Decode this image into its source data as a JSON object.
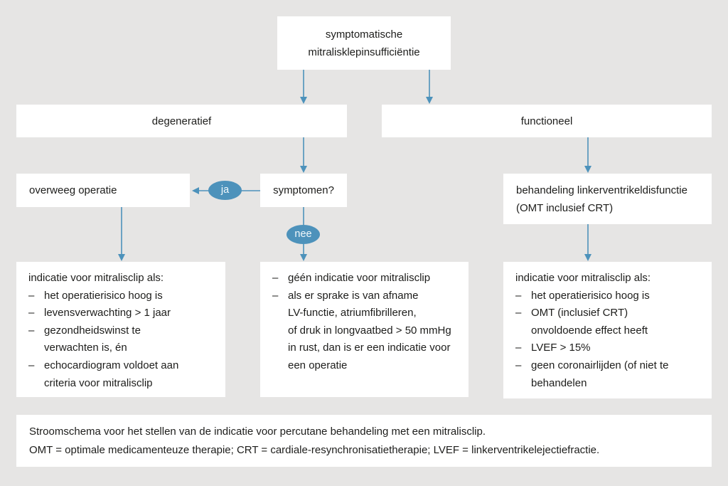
{
  "chars": {
    "dash": "–"
  },
  "colors": {
    "background": "#e6e5e4",
    "box": "#ffffff",
    "text": "#1d1d1b",
    "accent": "#4d92bb",
    "edge_label_text": "#f2f8fb"
  },
  "flow": {
    "root": {
      "lines": [
        "symptomatische",
        "mitralisklepinsufficiëntie"
      ]
    },
    "degenerative": {
      "label": "degeneratief"
    },
    "functional": {
      "label": "functioneel"
    },
    "consider_surgery": {
      "label": "overweeg operatie"
    },
    "symptoms": {
      "label": "symptomen?"
    },
    "edge_yes": {
      "label": "ja"
    },
    "edge_no": {
      "label": "nee"
    },
    "lv_treatment": {
      "lines": [
        "behandeling linkerventrikeldisfunctie",
        "(OMT inclusief CRT)"
      ]
    },
    "left_outcome": {
      "title": "indicatie voor mitralisclip als:",
      "items": [
        {
          "lines": [
            "het operatierisico hoog is"
          ]
        },
        {
          "lines": [
            "levensverwachting > 1 jaar"
          ]
        },
        {
          "lines": [
            "gezondheidswinst te",
            "verwachten is, én"
          ]
        },
        {
          "lines": [
            "echocardiogram voldoet aan",
            "criteria voor mitralisclip"
          ]
        }
      ]
    },
    "middle_outcome": {
      "items": [
        {
          "lines": [
            "géén indicatie voor mitralisclip"
          ]
        },
        {
          "lines": [
            "als er sprake is van afname",
            "LV-functie, atriumfibrilleren,",
            "of druk in longvaatbed > 50 mmHg",
            "in rust, dan is er een indicatie voor",
            "een operatie"
          ]
        }
      ]
    },
    "right_outcome": {
      "title": "indicatie voor mitralisclip als:",
      "items": [
        {
          "lines": [
            "het operatierisico hoog is"
          ]
        },
        {
          "lines": [
            "OMT (inclusief CRT)",
            "onvoldoende effect heeft"
          ]
        },
        {
          "lines": [
            "LVEF > 15%"
          ]
        },
        {
          "lines": [
            "geen coronairlijden (of niet te",
            "behandelen"
          ]
        }
      ]
    }
  },
  "caption": {
    "lines": [
      "Stroomschema voor het stellen van de indicatie voor percutane behandeling met een mitralisclip.",
      "OMT = optimale medicamenteuze therapie; CRT = cardiale-resynchronisatietherapie; LVEF = linkerventrikelejectiefractie."
    ]
  }
}
